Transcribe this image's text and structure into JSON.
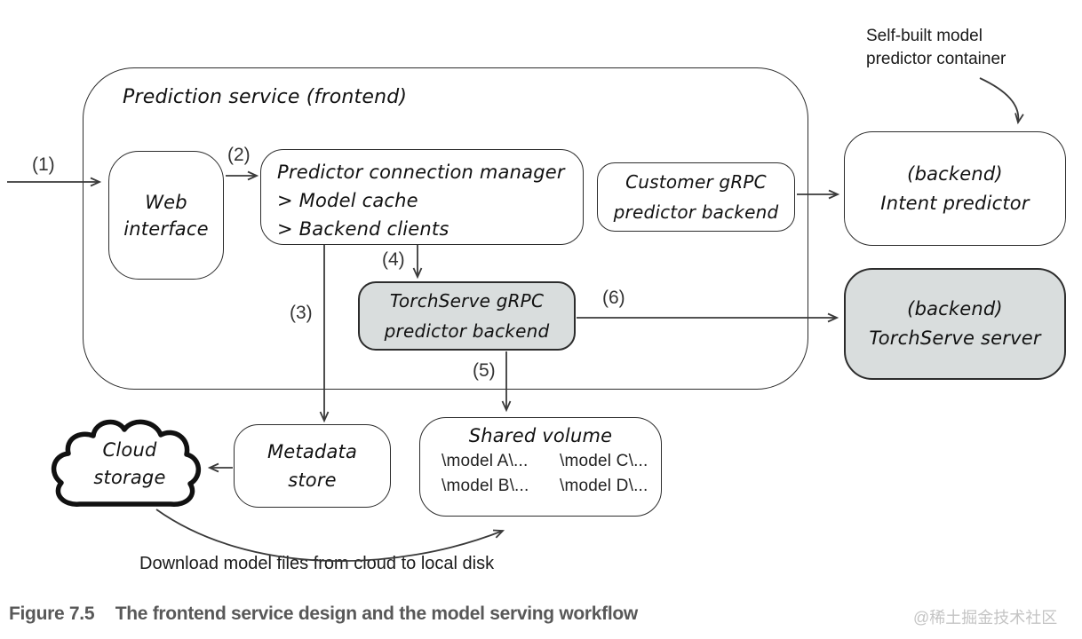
{
  "diagram": {
    "frontend": {
      "title": "Prediction service (frontend)"
    },
    "nodes": {
      "web_interface": {
        "line1": "Web",
        "line2": "interface"
      },
      "predictor_connection_manager": {
        "line1": "Predictor connection manager",
        "line2": "> Model cache",
        "line3": "> Backend clients"
      },
      "customer_grpc_backend": {
        "line1": "Customer gRPC",
        "line2": "predictor backend"
      },
      "torchserve_grpc_backend": {
        "line1": "TorchServe gRPC",
        "line2": "predictor backend"
      },
      "intent_predictor": {
        "line1": "(backend)",
        "line2": "Intent predictor"
      },
      "torchserve_server": {
        "line1": "(backend)",
        "line2": "TorchServe server"
      },
      "metadata_store": {
        "line1": "Metadata",
        "line2": "store"
      },
      "shared_volume": {
        "title": "Shared volume",
        "files": [
          "\\model A\\...",
          "\\model B\\...",
          "\\model C\\...",
          "\\model D\\..."
        ]
      },
      "cloud_storage": {
        "line1": "Cloud",
        "line2": "storage"
      }
    },
    "annotations": {
      "self_built_line1": "Self-built model",
      "self_built_line2": "predictor container",
      "download_note": "Download model files from cloud to local disk"
    },
    "arrow_labels": [
      "(1)",
      "(2)",
      "(3)",
      "(4)",
      "(5)",
      "(6)"
    ]
  },
  "caption": {
    "figure_label": "Figure 7.5",
    "figure_title": "The frontend service design and the model serving workflow"
  },
  "watermark": "@稀土掘金技术社区",
  "colors": {
    "box_gray_fill": "#d9dddd",
    "stroke": "#2c2c2c",
    "arrow": "#3a3a3a",
    "caption_color": "#585858",
    "watermark_color": "#c4c4c4"
  }
}
